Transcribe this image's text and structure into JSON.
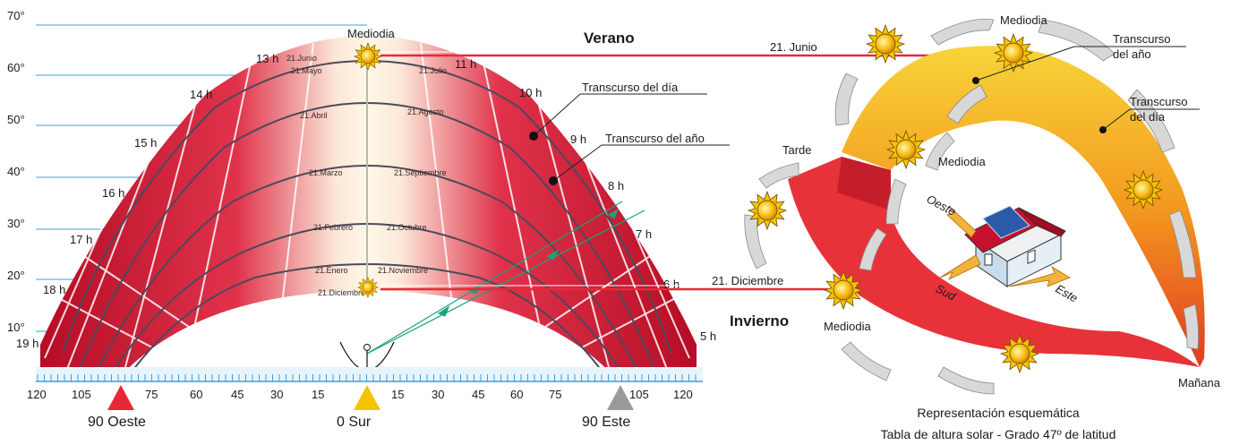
{
  "chart": {
    "altitude_ticks": [
      "70°",
      "60°",
      "50°",
      "40°",
      "30°",
      "20°",
      "10°"
    ],
    "azimuth_ticks": [
      "120",
      "105",
      "90",
      "75",
      "60",
      "45",
      "30",
      "15",
      "0",
      "15",
      "30",
      "45",
      "60",
      "75",
      "90",
      "105",
      "120"
    ],
    "directions": {
      "west": "90  Oeste",
      "south": "0  Sur",
      "east": "90  Este"
    },
    "hours_left": [
      "19 h",
      "18 h",
      "17 h",
      "16 h",
      "15 h",
      "14 h",
      "13 h"
    ],
    "hours_right": [
      "11 h",
      "10 h",
      "9 h",
      "8 h",
      "7 h",
      "6 h",
      "5 h"
    ],
    "dates_left": [
      "21.Junio",
      "21.Mayo",
      "21.Abril",
      "21.Marzo",
      "21.Febrero",
      "21.Enero",
      "21.Diciembre"
    ],
    "dates_right": [
      "21.Julio",
      "21.Agosto",
      "21.Septiembre",
      "21.Octubre",
      "21.Noviembre"
    ],
    "labels": {
      "noon_top": "Mediodia",
      "summer": "Verano",
      "winter": "Invierno",
      "day_course": "Transcurso del día",
      "year_course": "Transcurso del año"
    }
  },
  "schematic": {
    "june": "21. Junio",
    "december": "21. Diciembre",
    "noon_top": "Mediodia",
    "noon_mid": "Mediodia",
    "noon_bottom": "Mediodia",
    "year_course_1": "Transcurso",
    "year_course_2": "del año",
    "day_course_1": "Transcurso",
    "day_course_2": "del día",
    "afternoon": "Tarde",
    "morning": "Mañana",
    "west": "Oeste",
    "south": "Sud",
    "east": "Este",
    "caption_1": "Representación esquemática",
    "caption_2": "Tabla de altura solar - Grado 47º de latitud"
  },
  "colors": {
    "accent_red": "#e8283a",
    "arc_dark": "#c8102e",
    "grid_blue": "#3aa0d8",
    "arrow_teal": "#1aa37a",
    "marker_yellow": "#f5c400",
    "marker_gray": "#9a9a9a",
    "loop_orange": "#f39a1e"
  }
}
